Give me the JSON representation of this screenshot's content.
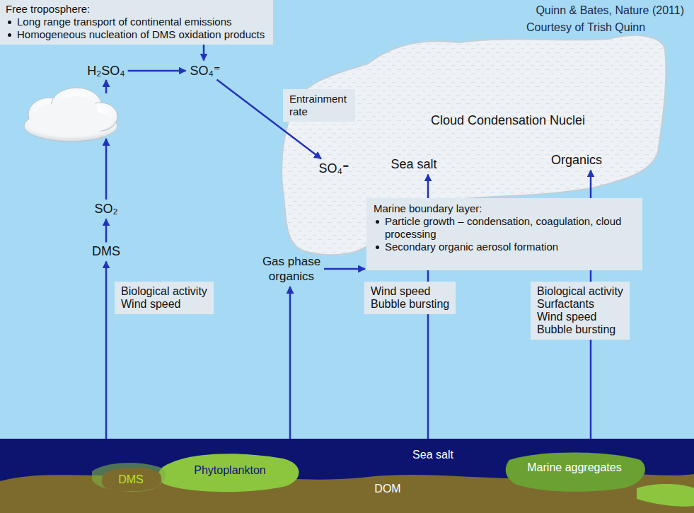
{
  "diagram": {
    "nodes": [
      {
        "text": [
          "Free troposphere:",
          "Long range transport of continental emissions",
          "Homogeneous nucleation of DMS oxidation products"
        ]
      },
      {
        "text": [
          "H₂SO₄"
        ]
      },
      {
        "text": [
          "SO₄⁼"
        ]
      },
      {
        "text": [
          "Entrainment rate"
        ]
      },
      {
        "text": [
          "Cloud Condensation Nuclei"
        ]
      },
      {
        "text": [
          "Organics"
        ],
        "in": 4
      },
      {
        "text": [
          "Sea salt"
        ],
        "in": 4
      },
      {
        "text": [
          "SO₄⁼"
        ],
        "in": 4
      },
      {
        "text": [
          "SO₂"
        ]
      },
      {
        "text": [
          "Marine boundary layer:",
          "Particle growth – condensation, coagulation, cloud processing",
          "Secondary organic aerosol formation"
        ]
      },
      {
        "text": [
          "DMS"
        ]
      },
      {
        "text": [
          "Gas phase organics"
        ]
      },
      {
        "text": [
          "Biological activity",
          "Wind speed"
        ]
      },
      {
        "text": [
          "Wind speed",
          "Bubble bursting"
        ]
      },
      {
        "text": [
          "Biological activity",
          "Surfactants",
          "Wind speed",
          "Bubble bursting"
        ]
      },
      {
        "text": [
          "Sea salt"
        ]
      },
      {
        "text": [
          "DMS"
        ],
        "in": 15
      },
      {
        "text": [
          "Phytoplankton"
        ],
        "in": 15
      },
      {
        "text": [
          "DOM"
        ],
        "in": 15
      },
      {
        "text": [
          "Marine aggregates"
        ],
        "in": 15
      }
    ],
    "edges": [
      {
        "from": 0,
        "to": 2,
        "arrow": "to"
      },
      {
        "from": 1,
        "to": 2,
        "arrow": "to"
      },
      {
        "from": 2,
        "to": 7,
        "arrow": "to"
      },
      {
        "from": 10,
        "to": 8,
        "arrow": "to"
      },
      {
        "from": 16,
        "to": 10,
        "arrow": "to"
      },
      {
        "from": 17,
        "to": 11,
        "arrow": "to"
      },
      {
        "from": 11,
        "to": 9,
        "arrow": "to"
      },
      {
        "from": 15,
        "to": 6,
        "arrow": "to"
      },
      {
        "from": 19,
        "to": 5,
        "arrow": "to"
      }
    ],
    "labels": [
      "Quinn & Bates, Nature (2011)",
      "Courtesy of Trish Quinn"
    ]
  }
}
